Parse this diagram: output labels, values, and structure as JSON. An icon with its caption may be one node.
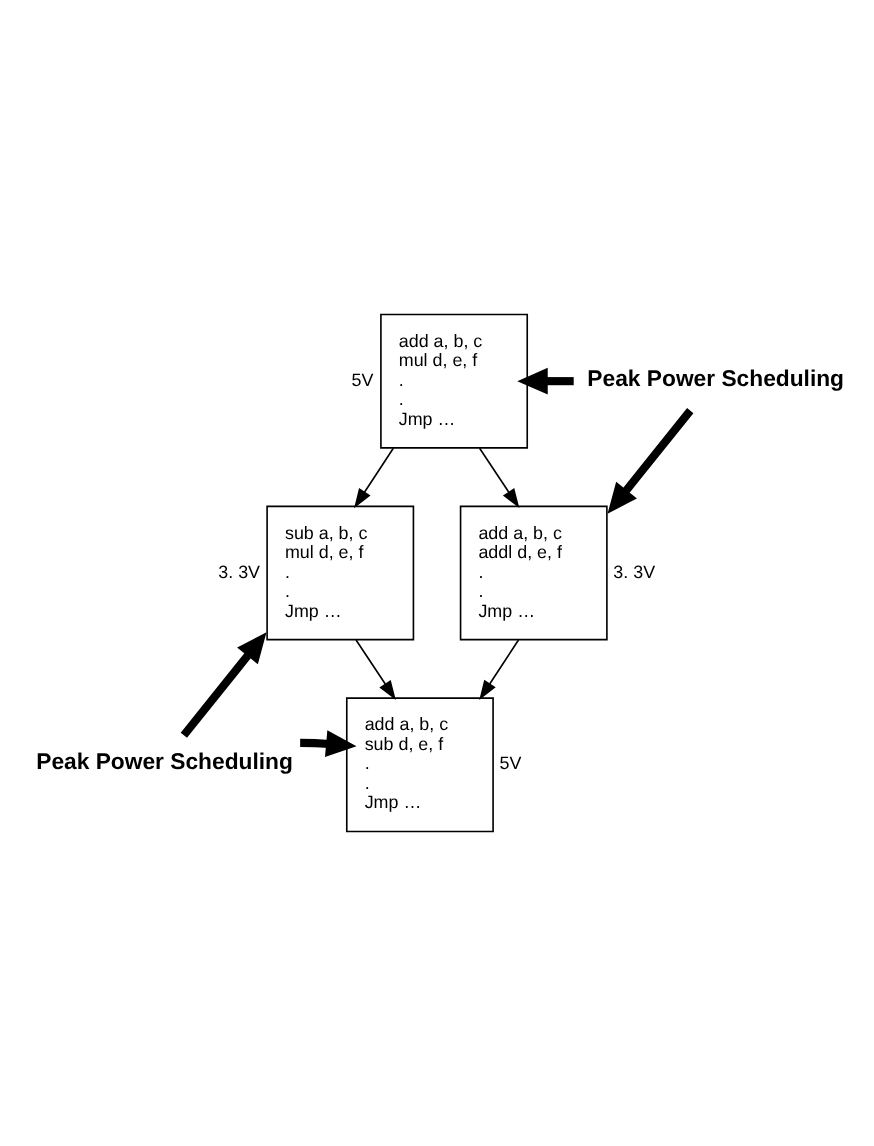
{
  "diagram": {
    "nodes": [
      {
        "text": [
          "add a, b, c",
          "mul d, e, f",
          ".",
          ".",
          "Jmp …"
        ],
        "beside": [
          "5V"
        ]
      },
      {
        "text": [
          "Peak Power Scheduling"
        ]
      },
      {
        "text": [
          "sub a, b, c",
          "mul d, e, f",
          ".",
          ".",
          "Jmp …"
        ],
        "beside": [
          "3. 3V"
        ]
      },
      {
        "text": [
          "add a, b, c",
          "addl d, e, f",
          ".",
          ".",
          "Jmp …"
        ],
        "beside": [
          "3. 3V"
        ]
      },
      {
        "text": [
          "add a, b, c",
          "sub d, e, f",
          ".",
          ".",
          "Jmp …"
        ],
        "beside": [
          "5V"
        ]
      },
      {
        "text": [
          "Peak Power Scheduling"
        ]
      }
    ],
    "edges": [
      {
        "from": 0,
        "to": 2,
        "arrow": "to"
      },
      {
        "from": 0,
        "to": 3,
        "arrow": "to"
      },
      {
        "from": 2,
        "to": 4,
        "arrow": "to"
      },
      {
        "from": 3,
        "to": 4,
        "arrow": "to"
      },
      {
        "from": 1,
        "to": 0,
        "arrow": "to",
        "style": "thick"
      },
      {
        "from": 1,
        "to": 3,
        "arrow": "to",
        "style": "thick"
      },
      {
        "from": 5,
        "to": 2,
        "arrow": "to",
        "style": "thick"
      },
      {
        "from": 5,
        "to": 4,
        "arrow": "to",
        "style": "thick"
      }
    ]
  }
}
